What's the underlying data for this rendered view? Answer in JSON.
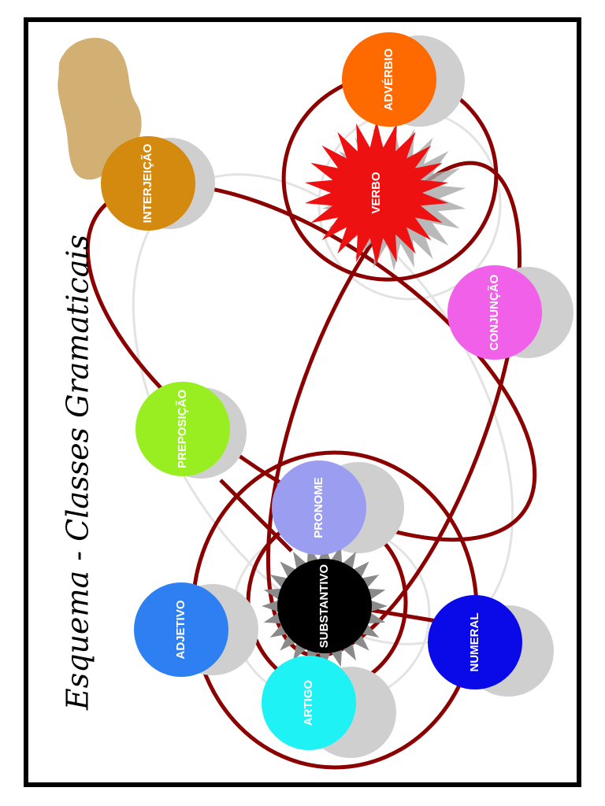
{
  "diagram": {
    "title": "Esquema - Classes Gramaticais",
    "colors": {
      "connector": "#8b0000",
      "shadow": "#cfcfcf",
      "faint_line": "#e3e3e3",
      "border": "#000000",
      "blob": "#caa25a"
    },
    "nodes": {
      "interjeicao": {
        "label": "INTERJEIÇÃO",
        "color": "#d48a0e"
      },
      "adverbio": {
        "label": "ADVÉRBIO",
        "color": "#ff6a00"
      },
      "verbo": {
        "label": "VERBO",
        "color": "#ee1111"
      },
      "conjuncao": {
        "label": "CONJUNÇÃO",
        "color": "#f060e8"
      },
      "preposicao": {
        "label": "PREPOSIÇÃO",
        "color": "#99ee22"
      },
      "pronome": {
        "label": "PRONOME",
        "color": "#9b9ef0"
      },
      "adjetivo": {
        "label": "ADJETIVO",
        "color": "#2e7ff2"
      },
      "substantivo": {
        "label": "SUBSTANTIVO",
        "color": "#000000"
      },
      "artigo": {
        "label": "ARTIGO",
        "color": "#1ff2f5"
      },
      "numeral": {
        "label": "NUMERAL",
        "color": "#0a0ae8"
      }
    }
  }
}
